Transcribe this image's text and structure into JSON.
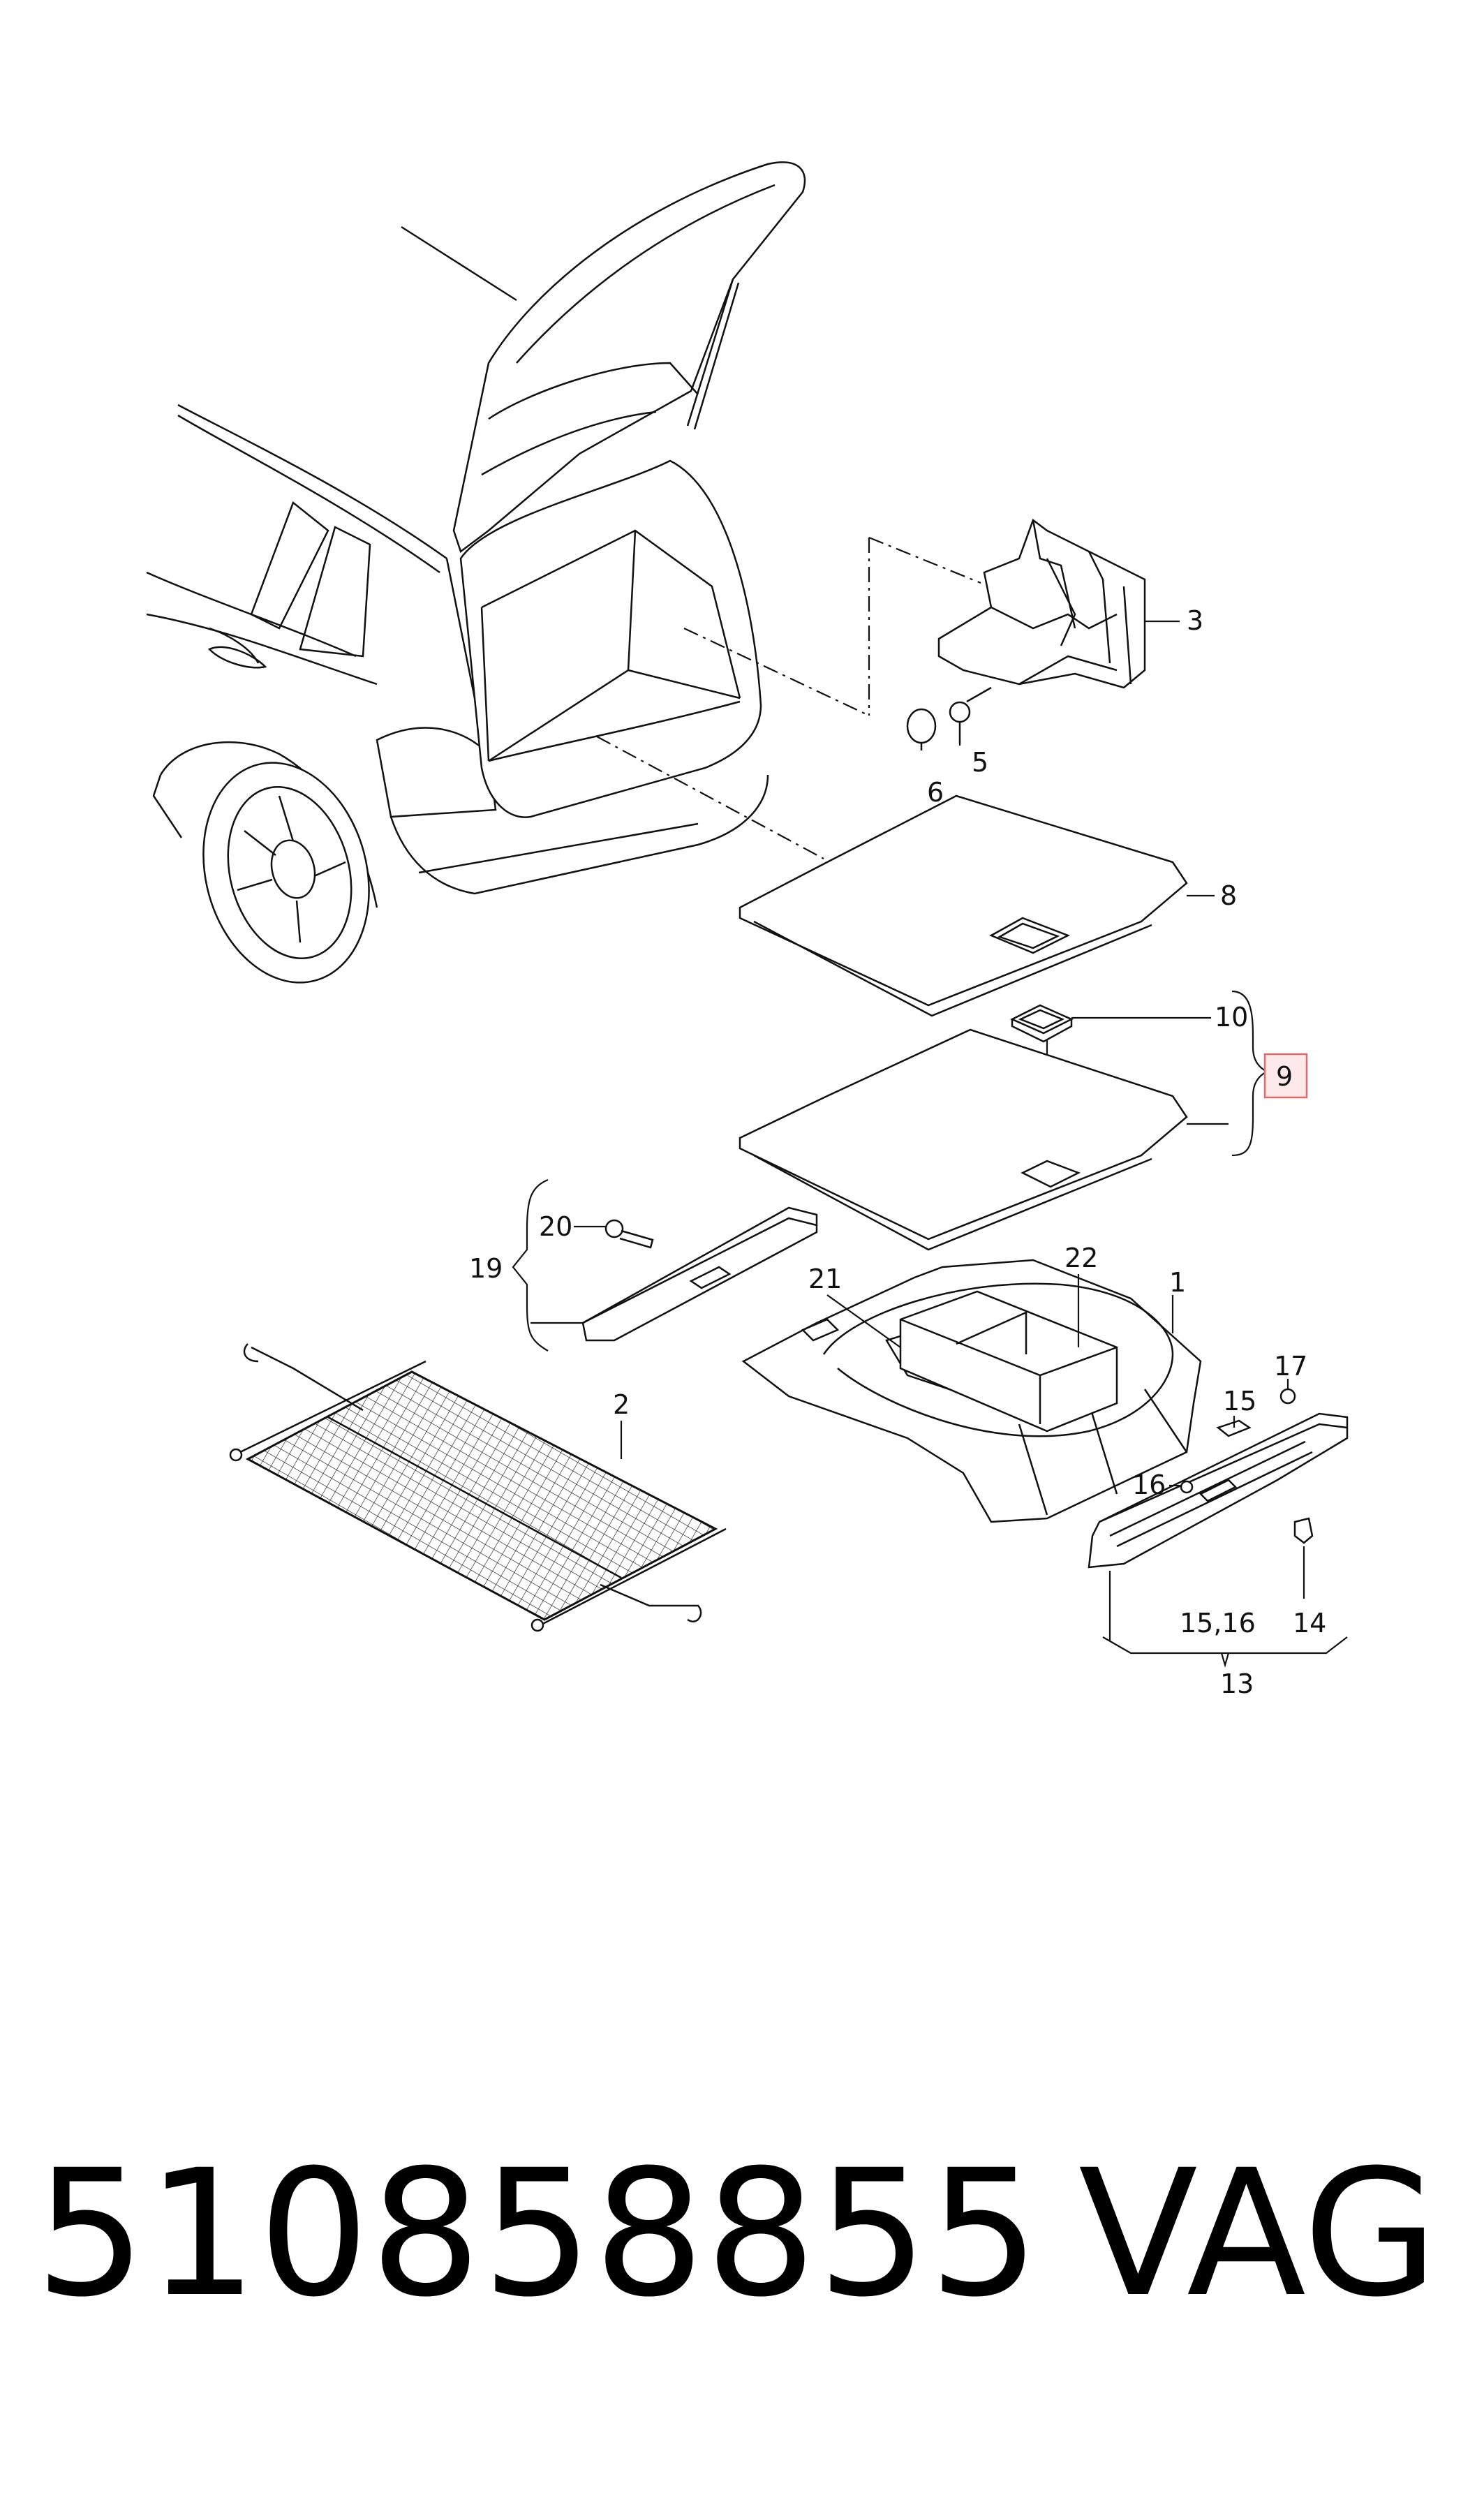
{
  "diagram": {
    "callouts": {
      "c1": "1",
      "c2": "2",
      "c3": "3",
      "c5": "5",
      "c6": "6",
      "c8": "8",
      "c9": "9",
      "c10": "10",
      "c13": "13",
      "c14": "14",
      "c15": "15",
      "c15_16": "15,16",
      "c16": "16",
      "c17": "17",
      "c19": "19",
      "c20": "20",
      "c21": "21",
      "c22": "22"
    },
    "highlight_color": "#e06a6a"
  },
  "footer": {
    "part_number": "510858855",
    "brand": "VAG"
  }
}
